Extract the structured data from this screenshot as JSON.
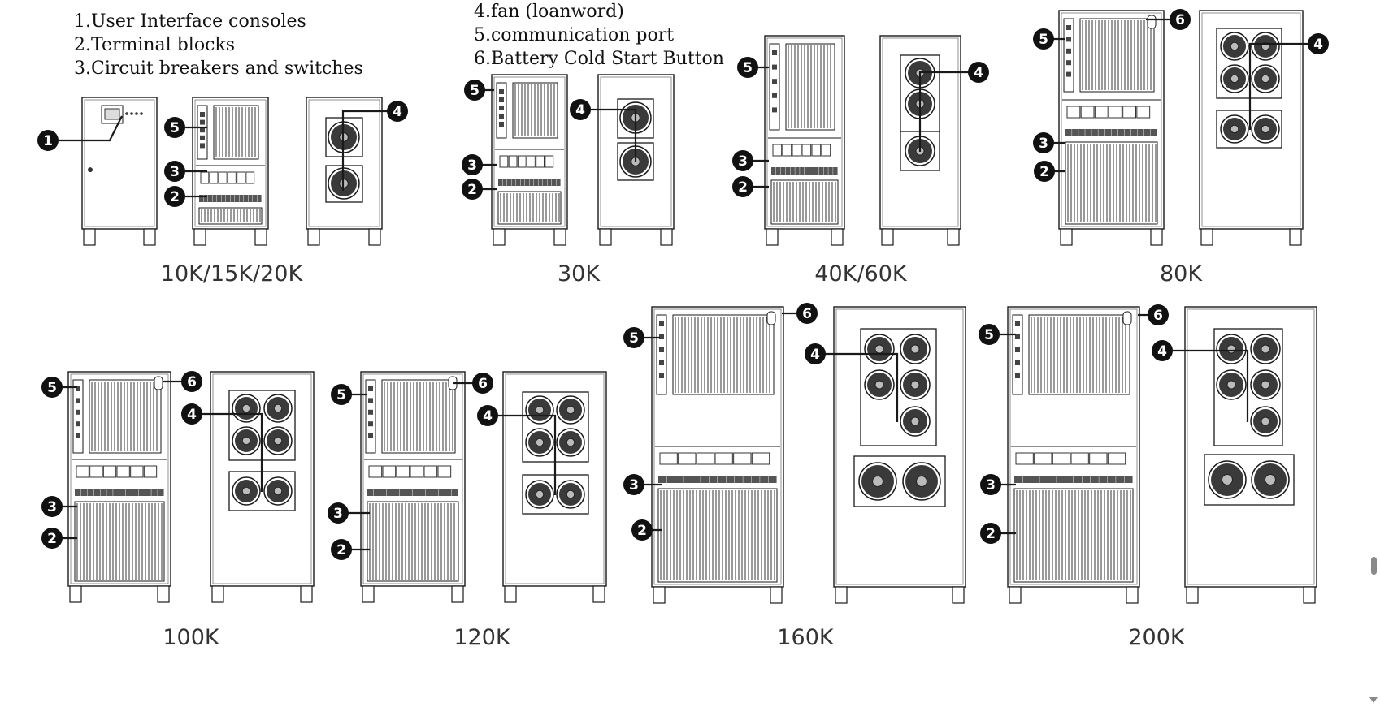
{
  "legend": {
    "items": [
      "1.User Interface consoles",
      "2.Terminal blocks",
      "3.Circuit breakers and switches",
      "4.fan (loanword)",
      "5.communication port",
      "6.Battery Cold Start Button"
    ]
  },
  "models": [
    "10K/15K/20K",
    "30K",
    "40K/60K",
    "80K",
    "100K",
    "120K",
    "160K",
    "200K"
  ],
  "callouts": [
    "1",
    "2",
    "3",
    "4",
    "5",
    "6"
  ],
  "colors": {
    "line": "#1a1a1a",
    "grill": "#555555",
    "fan": "#3a3a3a",
    "badge": "#111111"
  }
}
